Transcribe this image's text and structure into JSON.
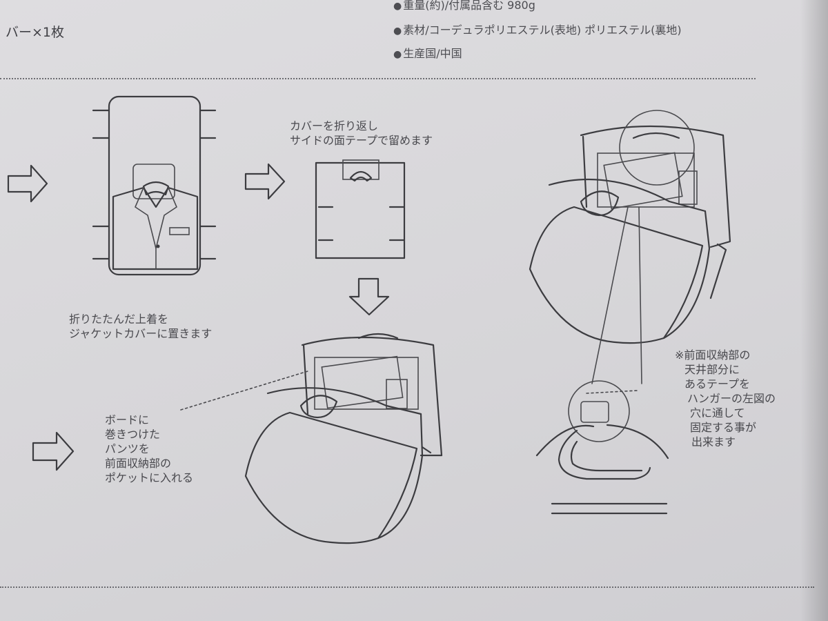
{
  "header": {
    "quantity_line": "バー×1枚",
    "specs": [
      "重量(約)/付属品含む 980g",
      "素材/コーデュラポリエステル(表地) ポリエステル(裏地)",
      "生産国/中国"
    ],
    "bullet": "●"
  },
  "step_captions": {
    "place_jacket": [
      "折りたたんだ上着を",
      "ジャケットカバーに置きます"
    ],
    "fold_cover": [
      "カバーを折り返し",
      "サイドの面テープで留めます"
    ],
    "pants_pocket": [
      "ボードに",
      "巻きつけた",
      "パンツを",
      "前面収納部の",
      "ポケットに入れる"
    ],
    "note": [
      "※前面収納部の",
      "天井部分に",
      "あるテープを",
      "ハンガーの左図の",
      "穴に通して",
      "固定する事が",
      "出来ます"
    ]
  },
  "colors": {
    "paper": "#d9d8db",
    "ink": "#3c3c40"
  }
}
